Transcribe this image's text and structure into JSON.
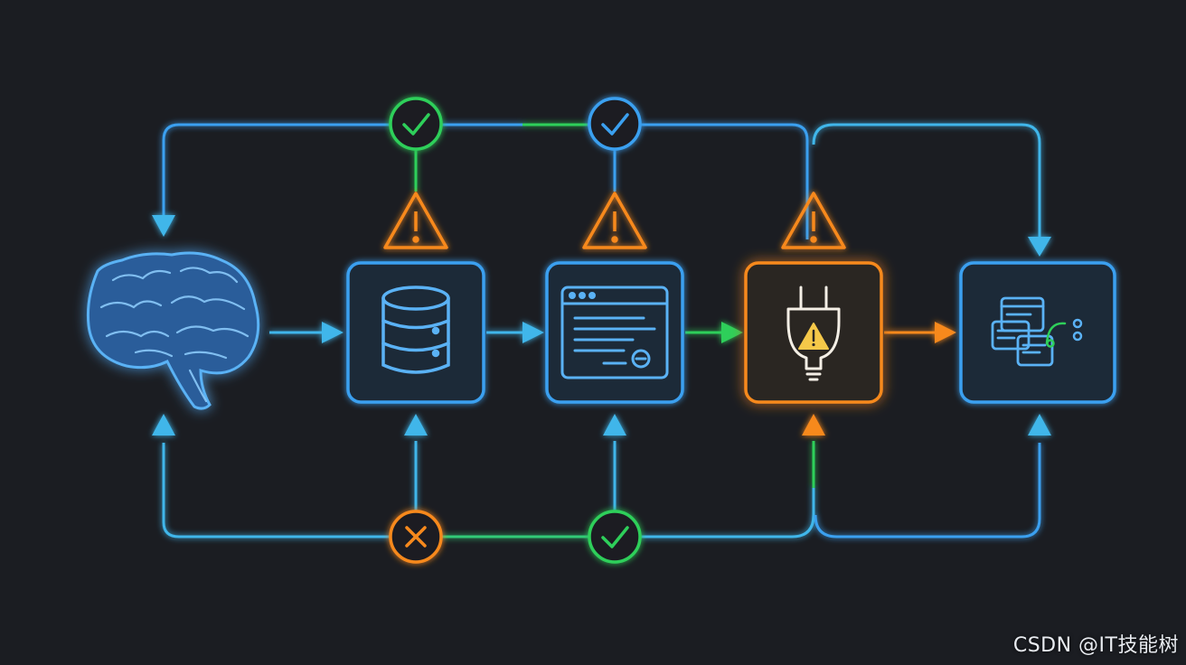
{
  "watermark": "CSDN @IT技能树",
  "colors": {
    "background": "#1b1d22",
    "blue": "#3aa0f0",
    "cyan": "#3fb6ea",
    "green": "#2fcf5a",
    "orange": "#f7891f",
    "node_fill": "#1f2a38"
  },
  "nodes": [
    {
      "id": "brain",
      "icon": "brain-icon",
      "status": "normal"
    },
    {
      "id": "database",
      "icon": "database-icon",
      "status": "normal"
    },
    {
      "id": "web-window",
      "icon": "browser-window-icon",
      "status": "normal"
    },
    {
      "id": "plugin",
      "icon": "plug-warning-icon",
      "status": "warning"
    },
    {
      "id": "devices",
      "icon": "devices-icon",
      "status": "normal"
    }
  ],
  "status_markers": [
    {
      "name": "check-top-1",
      "type": "check",
      "color": "green"
    },
    {
      "name": "check-top-2",
      "type": "check",
      "color": "blue"
    },
    {
      "name": "cross-bottom-1",
      "type": "cross",
      "color": "orange"
    },
    {
      "name": "check-bottom-2",
      "type": "check",
      "color": "green"
    }
  ],
  "warnings": [
    {
      "name": "warning-1",
      "color": "orange"
    },
    {
      "name": "warning-2",
      "color": "orange"
    },
    {
      "name": "warning-3",
      "color": "orange"
    }
  ]
}
